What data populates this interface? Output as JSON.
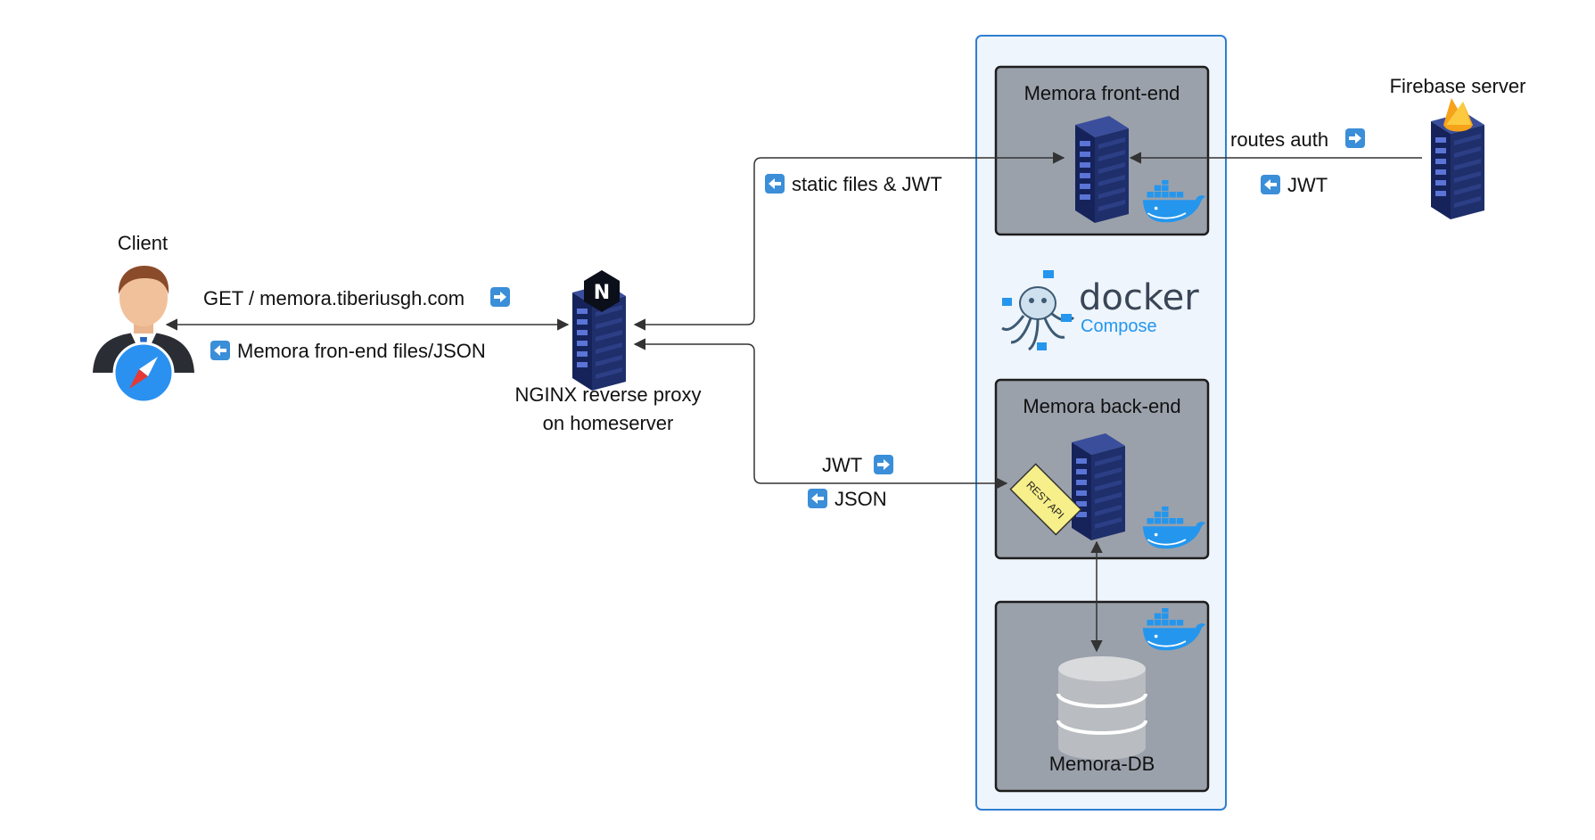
{
  "nodes": {
    "client": {
      "label": "Client"
    },
    "nginx": {
      "label_line1": "NGINX reverse proxy",
      "label_line2": "on homeserver"
    },
    "frontend": {
      "label": "Memora front-end"
    },
    "backend": {
      "label": "Memora back-end",
      "badge": "REST API"
    },
    "database": {
      "label": "Memora-DB"
    },
    "firebase": {
      "label": "Firebase server"
    },
    "compose_logo": {
      "word": "docker",
      "sub": "Compose"
    }
  },
  "edges": {
    "client_request": "GET / memora.tiberiusgh.com",
    "client_response": "Memora fron-end files/JSON",
    "frontend_response": "static files & JWT",
    "firebase_route": "routes auth",
    "firebase_jwt": "JWT",
    "backend_request": "JWT",
    "backend_response": "JSON"
  },
  "colors": {
    "container_fill": "#eef5fc",
    "container_border": "#2f7fd1",
    "box_fill": "#9aa1ab",
    "server_blue": "#1f2f6b",
    "arrow_badge": "#3b8ed8",
    "docker_blue": "#2496ed",
    "rest_badge": "#f7ef8a",
    "firebase_orange": "#f6a21a"
  }
}
